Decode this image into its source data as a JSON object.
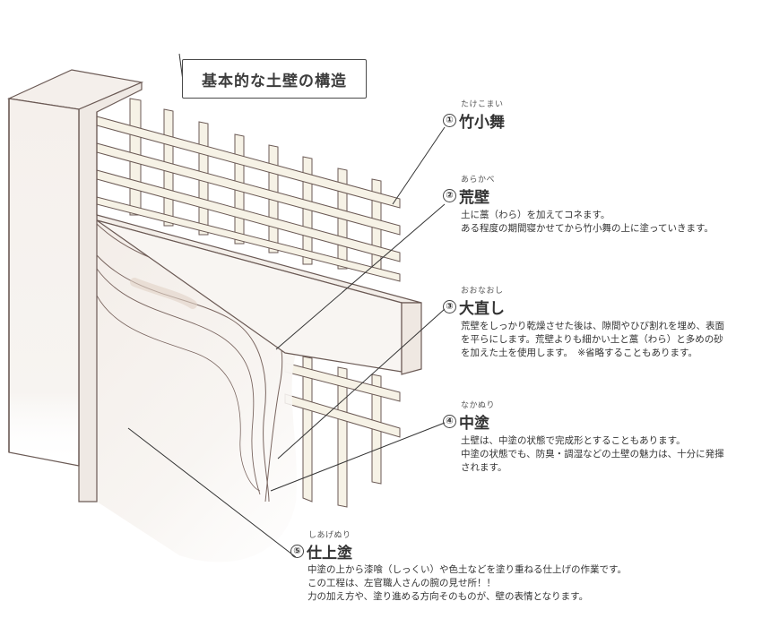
{
  "title": "基本的な土壁の構造",
  "layers": [
    {
      "num": "①",
      "ruby": "たけこまい",
      "name": "竹小舞",
      "desc": []
    },
    {
      "num": "②",
      "ruby": "あらかべ",
      "name": "荒壁",
      "desc": [
        "土に藁（わら）を加えてコネます。",
        "ある程度の期間寝かせてから竹小舞の上に塗っていきます。"
      ]
    },
    {
      "num": "③",
      "ruby": "おおなおし",
      "name": "大直し",
      "desc": [
        "荒壁をしっかり乾燥させた後は、隙間やひび割れを埋め、表面",
        "を平らにします。荒壁よりも細かい土と藁（わら）と多めの砂",
        "を加えた土を使用します。　※省略することもあります。"
      ]
    },
    {
      "num": "④",
      "ruby": "なかぬり",
      "name": "中塗",
      "desc": [
        "土壁は、中塗の状態で完成形とすることもあります。",
        "中塗の状態でも、防臭・調湿などの土壁の魅力は、十分に発揮",
        "されます。"
      ]
    },
    {
      "num": "⑤",
      "ruby": "しあげぬり",
      "name": "仕上塗",
      "desc": [
        "中塗の上から漆喰（しっくい）や色土などを塗り重ねる仕上げの作業です。",
        "この工程は、左官職人さんの腕の見せ所！！",
        "力の加え方や、塗り進める方向そのものが、壁の表情となります。"
      ]
    }
  ],
  "colors": {
    "line": "#5a4a48",
    "bamboo": "#f6f2e6",
    "wall": "#f6f2ef",
    "post": "#f7f3f0",
    "shadow": "#e6d9cf"
  }
}
